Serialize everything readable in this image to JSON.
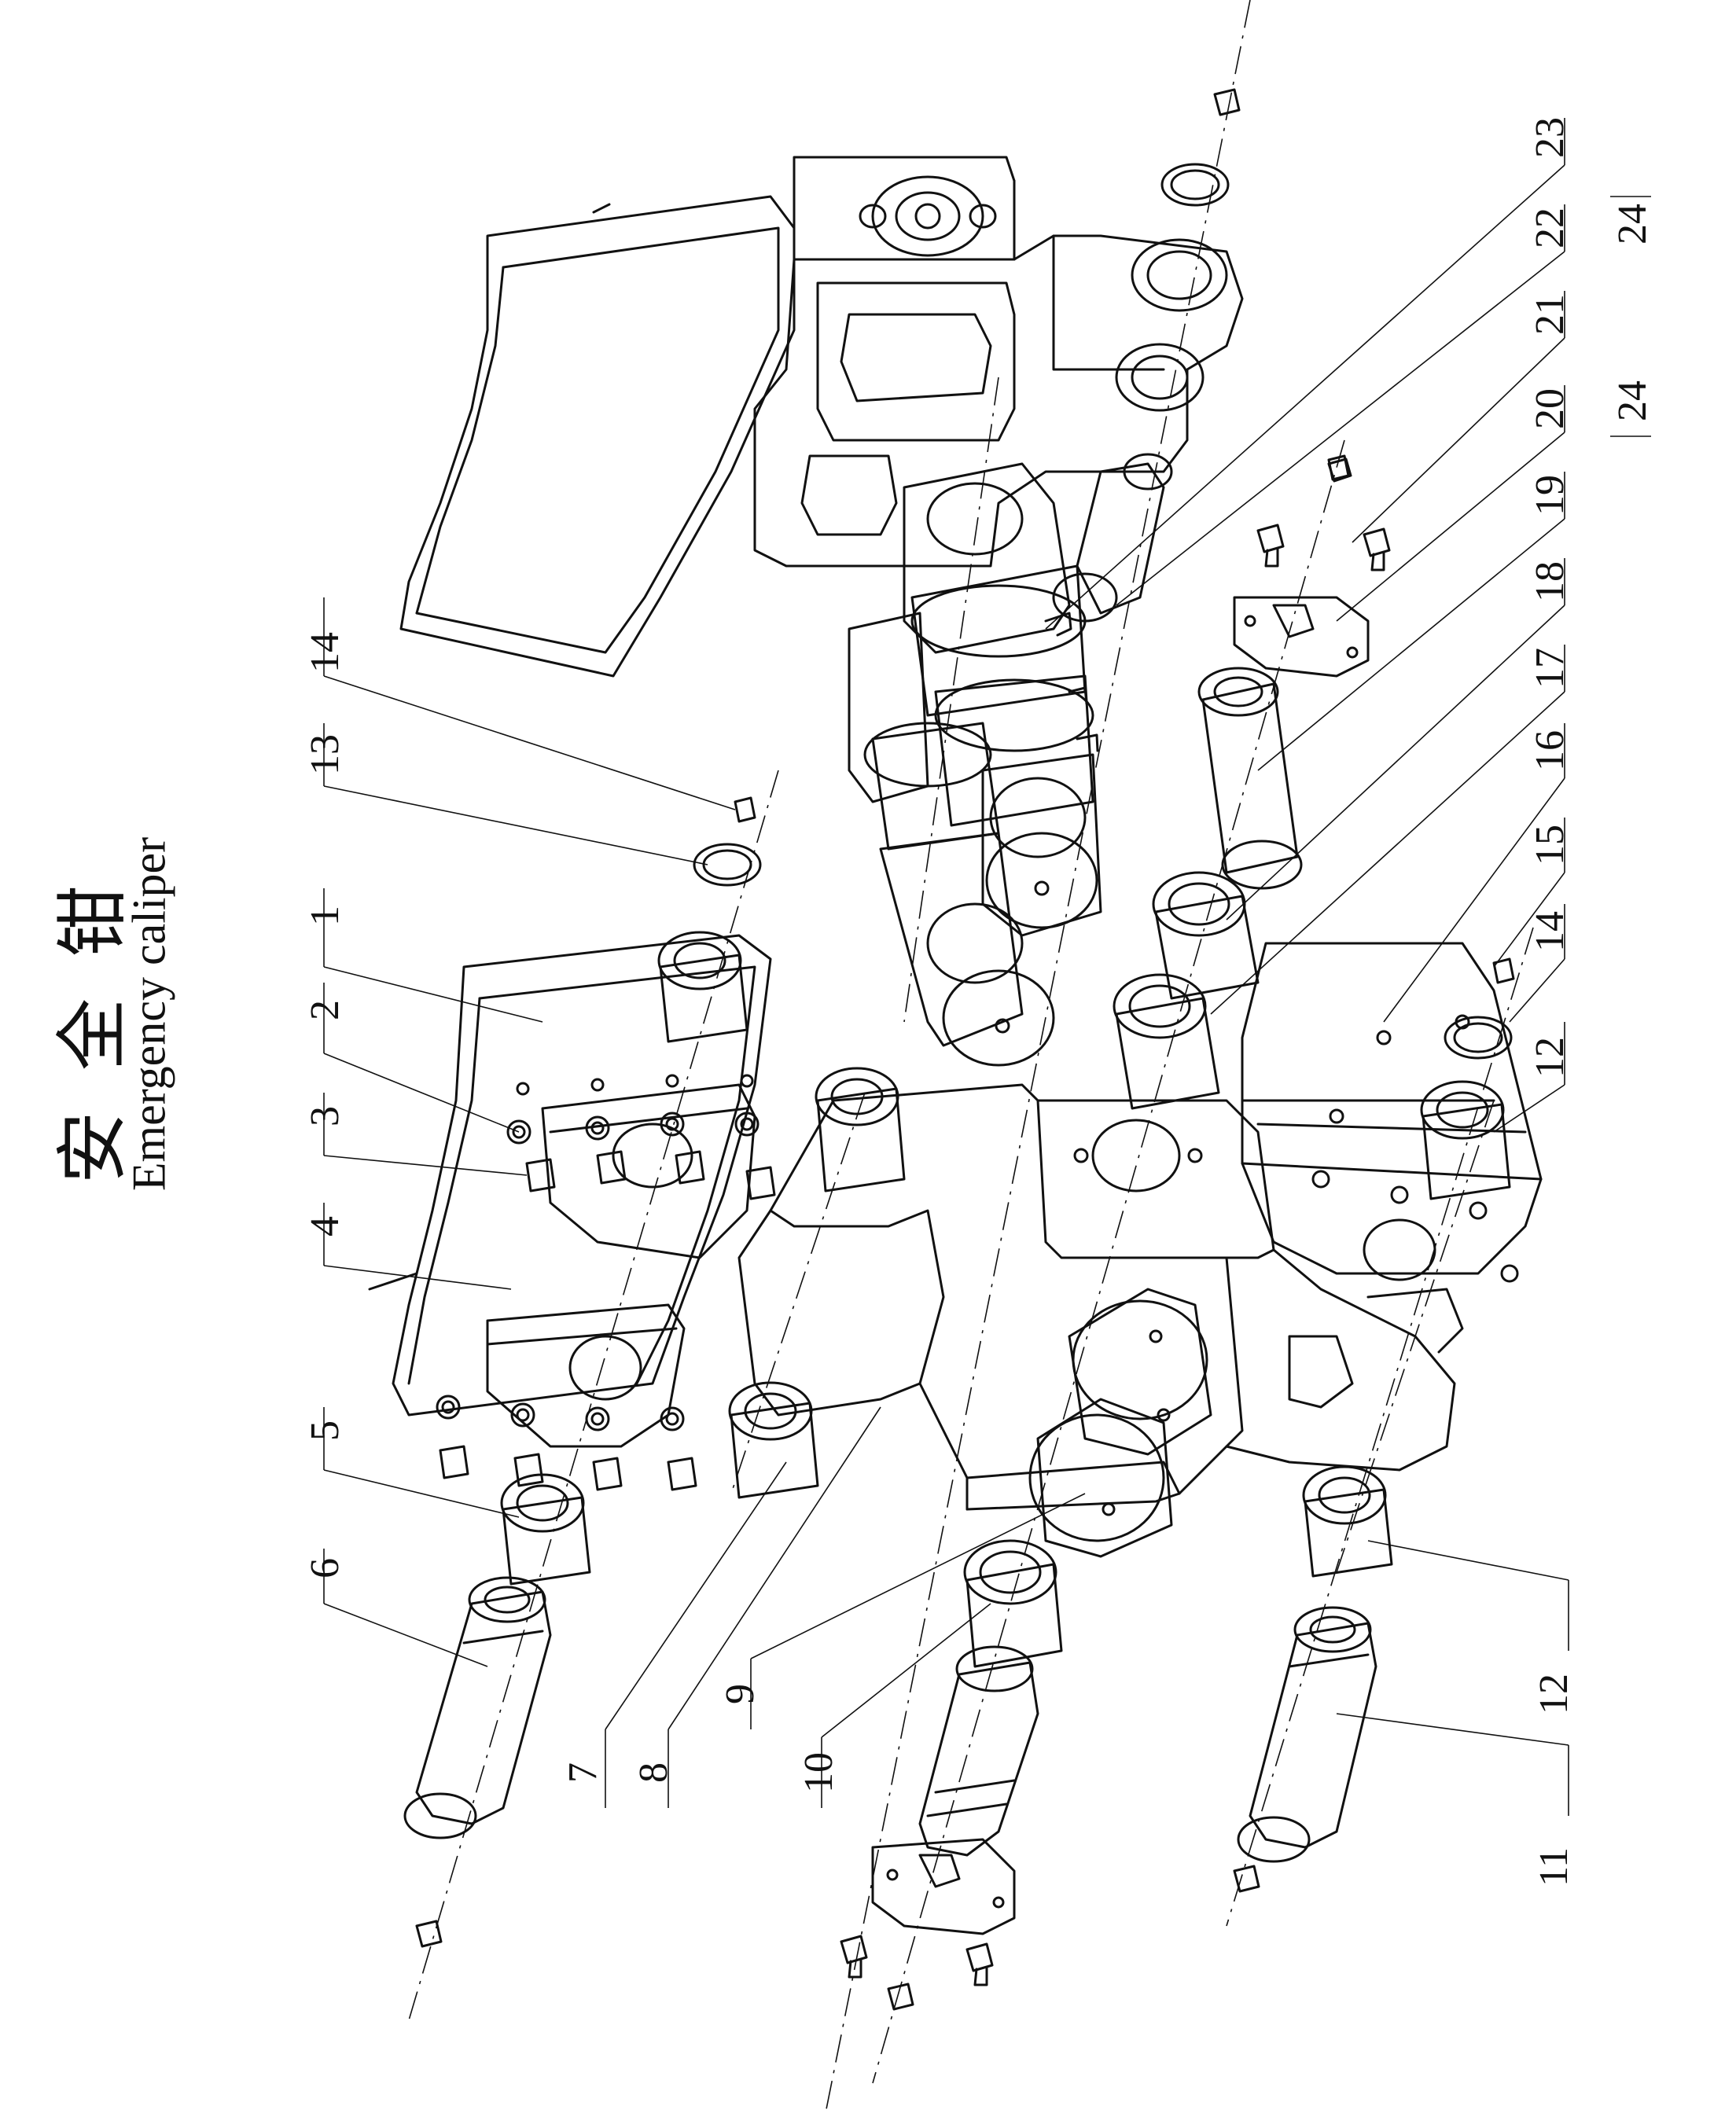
{
  "title": {
    "chinese": "安全钳",
    "english": "Emergency caliper"
  },
  "callouts": [
    {
      "id": "c1",
      "label": "1"
    },
    {
      "id": "c2",
      "label": "2"
    },
    {
      "id": "c3",
      "label": "3"
    },
    {
      "id": "c4",
      "label": "4"
    },
    {
      "id": "c5",
      "label": "5"
    },
    {
      "id": "c6",
      "label": "6"
    },
    {
      "id": "c7",
      "label": "7"
    },
    {
      "id": "c8",
      "label": "8"
    },
    {
      "id": "c9",
      "label": "9"
    },
    {
      "id": "c10",
      "label": "10"
    },
    {
      "id": "c11",
      "label": "11"
    },
    {
      "id": "c12a",
      "label": "12"
    },
    {
      "id": "c12b",
      "label": "12"
    },
    {
      "id": "c13a",
      "label": "13"
    },
    {
      "id": "c13b",
      "label": "13"
    },
    {
      "id": "c14a",
      "label": "14"
    },
    {
      "id": "c14b",
      "label": "14"
    },
    {
      "id": "c15",
      "label": "15"
    },
    {
      "id": "c16",
      "label": "16"
    },
    {
      "id": "c17",
      "label": "17"
    },
    {
      "id": "c18",
      "label": "18"
    },
    {
      "id": "c19",
      "label": "19"
    },
    {
      "id": "c20",
      "label": "20"
    },
    {
      "id": "c21",
      "label": "21"
    },
    {
      "id": "c22",
      "label": "22"
    },
    {
      "id": "c23",
      "label": "23"
    },
    {
      "id": "c24",
      "label": "24"
    }
  ],
  "colors": {
    "ink": "#111111",
    "paper": "#ffffff"
  }
}
